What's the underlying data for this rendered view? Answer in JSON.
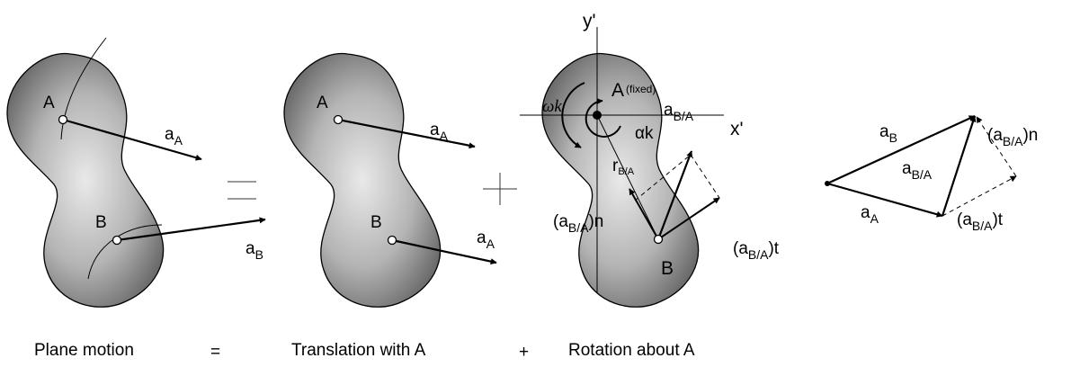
{
  "panel1": {
    "point_a": "A",
    "point_b": "B",
    "acc_a": {
      "base": "a",
      "sub": "A"
    },
    "acc_b": {
      "base": "a",
      "sub": "B"
    }
  },
  "eq_sign": "=",
  "panel2": {
    "point_a": "A",
    "point_b": "B",
    "acc_a_top": {
      "base": "a",
      "sub": "A"
    },
    "acc_a_bottom": {
      "base": "a",
      "sub": "A"
    }
  },
  "plus_sign": "+",
  "panel3": {
    "axis_y": "y'",
    "axis_x": "x'",
    "point_a": "A",
    "fixed_note": "(fixed)",
    "point_b": "B",
    "omega_k": "ωk",
    "alpha_k": "αk",
    "r_ba": {
      "base": "r",
      "sub": "B/A"
    },
    "a_ba": {
      "base": "a",
      "sub": "B/A"
    },
    "a_ba_n": {
      "open": "(a",
      "sub": "B/A",
      "close": ")n"
    },
    "a_ba_t": {
      "open": "(a",
      "sub": "B/A",
      "close": ")t"
    }
  },
  "panel4": {
    "a_b": {
      "base": "a",
      "sub": "B"
    },
    "a_ba": {
      "base": "a",
      "sub": "B/A"
    },
    "a_a": {
      "base": "a",
      "sub": "A"
    },
    "a_ba_n": {
      "open": "(a",
      "sub": "B/A",
      "close": ")n"
    },
    "a_ba_t": {
      "open": "(a",
      "sub": "B/A",
      "close": ")t"
    }
  },
  "captions": {
    "plane_motion": "Plane motion",
    "equals": "=",
    "translation": "Translation with A",
    "plus": "+",
    "rotation": "Rotation about A"
  }
}
